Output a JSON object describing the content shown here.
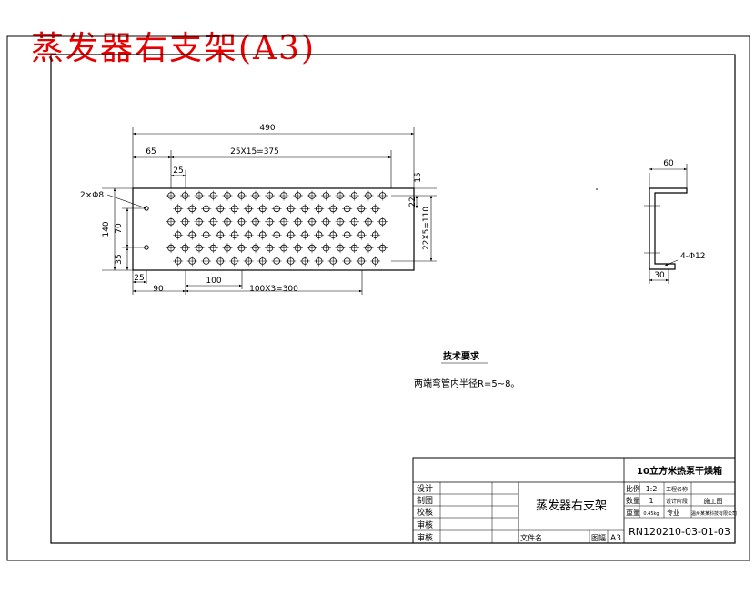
{
  "title": "蒸发器右支架(A3)",
  "front_view": {
    "dims": {
      "overall_length": "490",
      "left_offset": "65",
      "hole_pitch_total": "25X15=375",
      "hole_pitch_single": "25",
      "top_margin": "15",
      "row_pitch": "22",
      "row_pitch_total": "22X5=110",
      "height": "140",
      "inner_height": "70",
      "bottom_offset": "35",
      "bottom_margin": "25",
      "left_bottom": "90",
      "mount_pitch": "100",
      "mount_pitch_total": "100X3=300",
      "hole_callout": "2×Φ8"
    }
  },
  "side_view": {
    "dims": {
      "flange_width": "60",
      "hole_callout": "4-Φ12",
      "leg_width": "30"
    }
  },
  "notes": {
    "heading": "技术要求",
    "line1": "两端弯管内半径R=5~8。"
  },
  "title_block": {
    "project": "10立方米热泵干燥箱",
    "part_name": "蒸发器右支架",
    "drawing_no": "RN120210-03-01-03",
    "roles": [
      "设计",
      "制图",
      "校核",
      "审核",
      "审核"
    ],
    "scale_label": "比例",
    "scale_value": "1:2",
    "qty_label": "数量",
    "qty_value": "1",
    "weight_label": "重量",
    "weight_value": "0.45kg",
    "process_label": "工程名称",
    "design_stage_label": "设计阶段",
    "design_stage_value": "施工图",
    "company_prefix": "专业",
    "company": "温州某某科技有限公司",
    "file_label": "文件名",
    "sheet_label": "图幅",
    "sheet_value": "A3"
  }
}
